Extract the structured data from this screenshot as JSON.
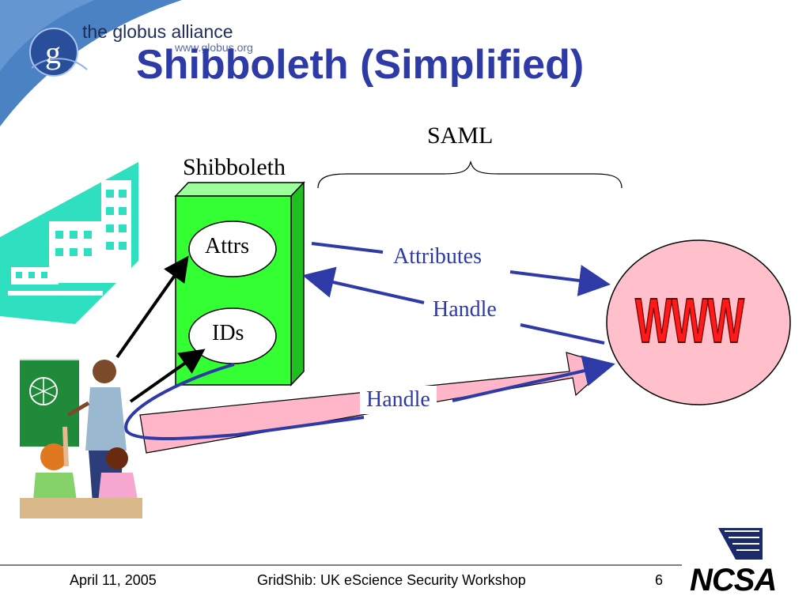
{
  "header": {
    "brand_name": "the globus alliance",
    "brand_url": "www.globus.org",
    "logo_letter": "g",
    "title": "Shibboleth (Simplified)"
  },
  "diagram": {
    "saml_label": "SAML",
    "shibboleth_label": "Shibboleth",
    "attrs_label": "Attrs",
    "ids_label": "IDs",
    "attributes_label": "Attributes",
    "handle_label_upper": "Handle",
    "handle_label_lower": "Handle",
    "www_label": "WWW"
  },
  "footer": {
    "date": "April 11, 2005",
    "event": "GridShib: UK eScience Security Workshop",
    "page": "6",
    "logo_text": "NCSA"
  },
  "colors": {
    "title": "#2e3aa6",
    "arrow_blue": "#2e3aa6",
    "shib_box": "#33ff33",
    "www_circle": "#ffc0cb",
    "www_text": "#ff1a1a",
    "handle_arrow": "#ffb6c8",
    "building": "#2ee0c0",
    "corner_band": "#4a82c4"
  }
}
